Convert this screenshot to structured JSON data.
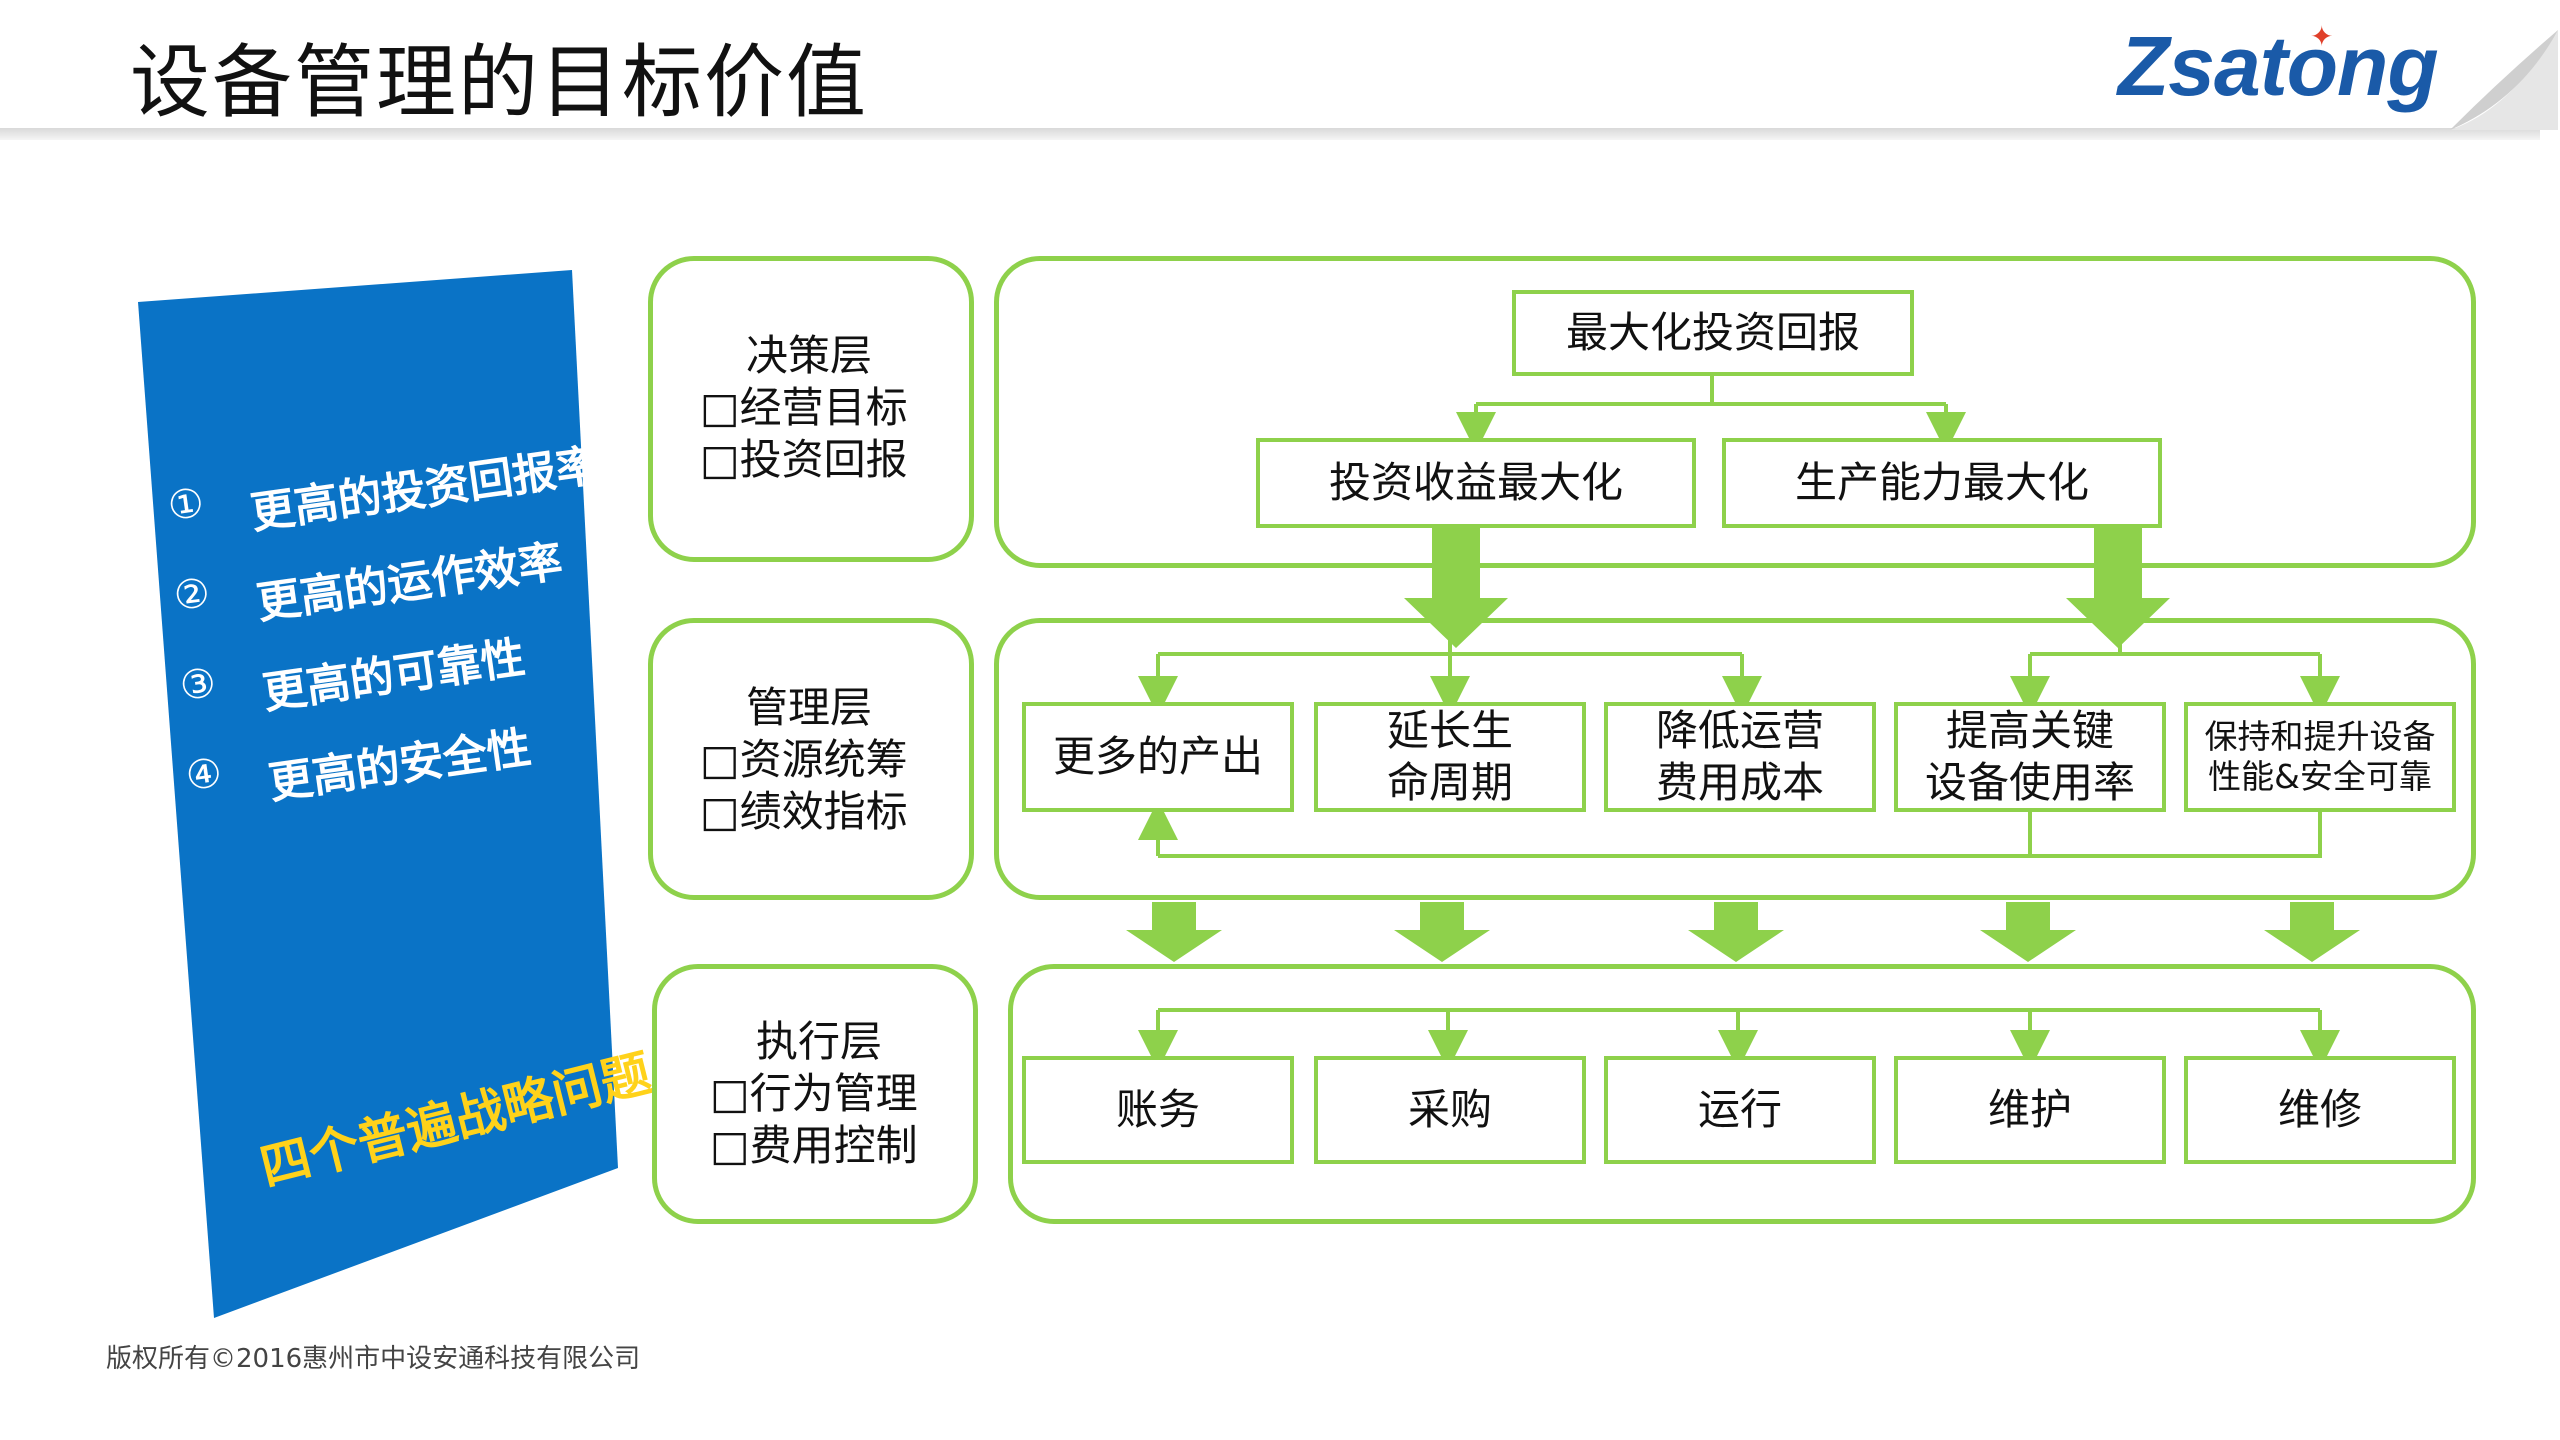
{
  "header": {
    "title": "设备管理的目标价值",
    "logo": "Zsatong"
  },
  "left_panel": {
    "items": [
      {
        "num": "①",
        "text": "更高的投资回报率"
      },
      {
        "num": "②",
        "text": "更高的运作效率"
      },
      {
        "num": "③",
        "text": "更高的可靠性"
      },
      {
        "num": "④",
        "text": "更高的安全性"
      }
    ],
    "footer": "四个普遍战略问题"
  },
  "layers": [
    {
      "name": "决策层",
      "lines": [
        "□经营目标",
        "□投资回报"
      ]
    },
    {
      "name": "管理层",
      "lines": [
        "□资源统筹",
        "□绩效指标"
      ]
    },
    {
      "name": "执行层",
      "lines": [
        "□行为管理",
        "□费用控制"
      ]
    }
  ],
  "decision": {
    "top": "最大化投资回报",
    "left": "投资收益最大化",
    "right": "生产能力最大化"
  },
  "management": {
    "nodes": [
      "更多的产出",
      "延长生\n命周期",
      "降低运营\n费用成本",
      "提高关键\n设备使用率",
      "保持和提升设备\n性能&安全可靠"
    ]
  },
  "execution": {
    "nodes": [
      "账务",
      "采购",
      "运行",
      "维护",
      "维修"
    ]
  },
  "colors": {
    "accent_green": "#8ed14b",
    "panel_blue": "#0a73c6",
    "footer_yellow": "#ffd21a",
    "logo_blue": "#1a5aa8"
  },
  "footer": {
    "copyright": "版权所有©2016惠州市中设安通科技有限公司"
  }
}
